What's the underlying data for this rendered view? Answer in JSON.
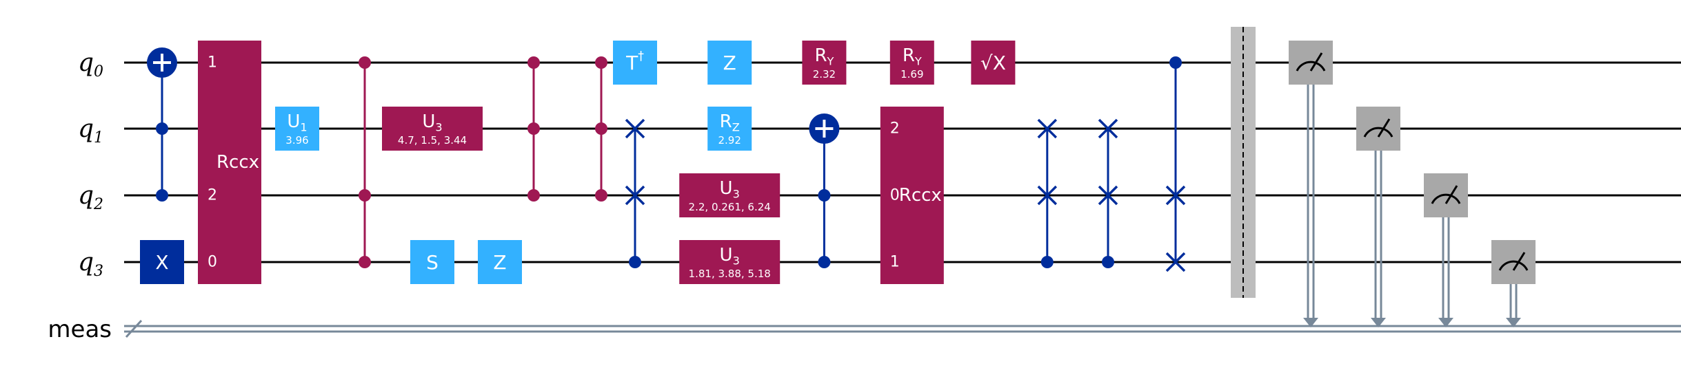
{
  "colors": {
    "wire": "#000000",
    "creg": "#778899",
    "x_dark": "#002D9C",
    "pauli_light": "#33B1FF",
    "multi_magenta": "#9F1853",
    "measure": "#A8A8A8",
    "barrier": "#BDBDBD"
  },
  "qubits": [
    {
      "base": "q",
      "sub": "0"
    },
    {
      "base": "q",
      "sub": "1"
    },
    {
      "base": "q",
      "sub": "2"
    },
    {
      "base": "q",
      "sub": "3"
    }
  ],
  "creg": {
    "label": "meas",
    "size": "4"
  },
  "gates": [
    {
      "type": "cnot",
      "col": 0,
      "control": [
        1,
        2
      ],
      "target": 0
    },
    {
      "type": "box",
      "col": 0,
      "qubit": 3,
      "label": "X",
      "color": "x_dark"
    },
    {
      "type": "multi",
      "col": 1,
      "qubits": [
        0,
        3
      ],
      "label": "Rccx",
      "ports": [
        {
          "q": 0,
          "t": "1"
        },
        {
          "q": 2,
          "t": "2"
        },
        {
          "q": 3,
          "t": "0"
        }
      ]
    },
    {
      "type": "box",
      "col": 2,
      "qubit": 1,
      "label": "U",
      "sub": "1",
      "param": "3.96",
      "color": "pauli_light"
    },
    {
      "type": "ctrl",
      "col": 3,
      "qubits": [
        0,
        2,
        3
      ],
      "color": "multi_magenta"
    },
    {
      "type": "wide",
      "col": 4,
      "qubit": 1,
      "label": "U",
      "sub": "3",
      "param": "4.7, 1.5, 3.44",
      "color": "multi_magenta"
    },
    {
      "type": "box",
      "col": 4,
      "qubit": 3,
      "label": "S",
      "color": "pauli_light"
    },
    {
      "type": "box",
      "col": 5,
      "qubit": 3,
      "label": "Z",
      "color": "pauli_light"
    },
    {
      "type": "ctrl",
      "col": 5.5,
      "qubits": [
        0,
        1,
        2
      ],
      "color": "multi_magenta"
    },
    {
      "type": "ctrl",
      "col": 6.5,
      "qubits": [
        0,
        1,
        2
      ],
      "color": "multi_magenta"
    },
    {
      "type": "box",
      "col": 7,
      "qubit": 0,
      "label": "T",
      "sup": "†",
      "color": "pauli_light"
    },
    {
      "type": "swapctrl",
      "col": 7,
      "swap": [
        1,
        2
      ],
      "control": 3
    },
    {
      "type": "box",
      "col": 8.4,
      "qubit": 0,
      "label": "Z",
      "color": "pauli_light"
    },
    {
      "type": "box",
      "col": 8.4,
      "qubit": 1,
      "label": "R",
      "sub": "Z",
      "param": "2.92",
      "color": "pauli_light"
    },
    {
      "type": "wide",
      "col": 8.4,
      "qubit": 2,
      "label": "U",
      "sub": "3",
      "param": "2.2, 0.261, 6.24",
      "color": "multi_magenta"
    },
    {
      "type": "wide",
      "col": 8.4,
      "qubit": 3,
      "label": "U",
      "sub": "3",
      "param": "1.81, 3.88, 5.18",
      "color": "multi_magenta"
    },
    {
      "type": "box",
      "col": 9.8,
      "qubit": 0,
      "label": "R",
      "sub": "Y",
      "param": "2.32",
      "color": "multi_magenta"
    },
    {
      "type": "cnot",
      "col": 9.8,
      "control": [
        2,
        3
      ],
      "target": 1
    },
    {
      "type": "box",
      "col": 11.1,
      "qubit": 0,
      "label": "R",
      "sub": "Y",
      "param": "1.69",
      "color": "multi_magenta"
    },
    {
      "type": "multi",
      "col": 11.1,
      "qubits": [
        1,
        3
      ],
      "label": "Rccx",
      "ports": [
        {
          "q": 1,
          "t": "2"
        },
        {
          "q": 2,
          "t": "0"
        },
        {
          "q": 3,
          "t": "1"
        }
      ]
    },
    {
      "type": "box",
      "col": 12.3,
      "qubit": 0,
      "label": "√X",
      "color": "multi_magenta"
    },
    {
      "type": "swapctrl",
      "col": 13.1,
      "swap": [
        1,
        2
      ],
      "control": 3
    },
    {
      "type": "swapctrl",
      "col": 14.0,
      "swap": [
        1,
        2
      ],
      "control": 3
    },
    {
      "type": "swapctrl",
      "col": 15.0,
      "swap": [
        2,
        3
      ],
      "control": 0
    },
    {
      "type": "barrier",
      "col": 16.0,
      "qubits": [
        0,
        3
      ]
    },
    {
      "type": "measure",
      "col": 17.0,
      "qubit": 0,
      "bit": "0"
    },
    {
      "type": "measure",
      "col": 18.0,
      "qubit": 1,
      "bit": "1"
    },
    {
      "type": "measure",
      "col": 19.0,
      "qubit": 2,
      "bit": "2"
    },
    {
      "type": "measure",
      "col": 20.0,
      "qubit": 3,
      "bit": "3"
    }
  ]
}
